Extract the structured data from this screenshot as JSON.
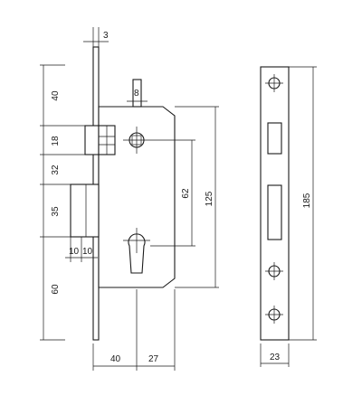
{
  "figure": {
    "dimensions": {
      "plate_thickness": "3",
      "cylinder_pin": "8",
      "top_to_latch": "40",
      "latch_height": "18",
      "latch_to_bolt": "32",
      "bolt_height": "35",
      "bolt_to_bottom": "60",
      "bolt_offset_a": "10",
      "bolt_offset_b": "10",
      "backset": "40",
      "case_width": "27",
      "center_distance": "62",
      "case_height": "125",
      "faceplate_height": "185",
      "faceplate_width": "23"
    }
  }
}
